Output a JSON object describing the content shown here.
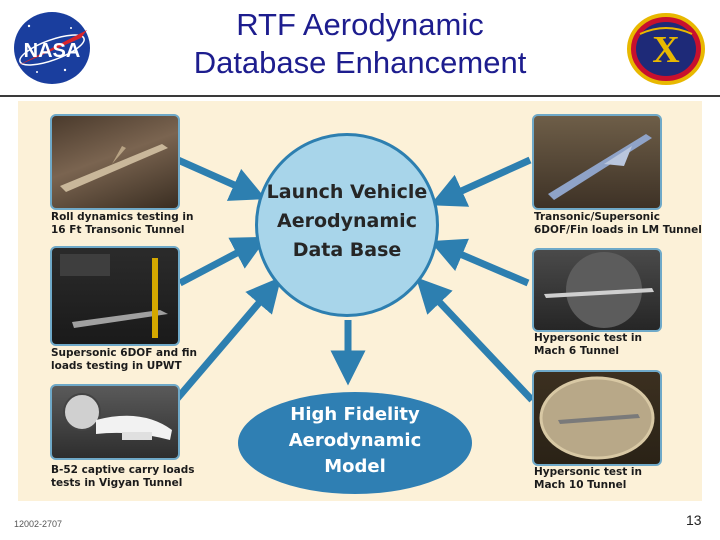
{
  "title": {
    "line1": "RTF Aerodynamic",
    "line2": "Database Enhancement"
  },
  "logos": {
    "left": {
      "name": "nasa-logo",
      "text": "NASA"
    },
    "right": {
      "name": "x-prize-logo",
      "text": "X"
    }
  },
  "center": {
    "top": [
      "Launch Vehicle",
      "Aerodynamic",
      "Data Base"
    ],
    "bottom": [
      "High Fidelity",
      "Aerodynamic",
      "Model"
    ]
  },
  "captions": {
    "left1": [
      "Roll dynamics testing in",
      "16 Ft Transonic Tunnel"
    ],
    "left2": [
      "Supersonic 6DOF and fin",
      "loads testing in UPWT"
    ],
    "left3": [
      "B-52 captive carry loads",
      "tests in Vigyan Tunnel"
    ],
    "right1": [
      "Transonic/Supersonic",
      "6DOF/Fin loads in LM Tunnel"
    ],
    "right2": [
      "Hypersonic test in",
      "Mach 6 Tunnel"
    ],
    "right3": [
      "Hypersonic test in",
      "Mach 10 Tunnel"
    ]
  },
  "footer": {
    "code": "12002-2707",
    "page": "13"
  },
  "colors": {
    "title": "#1d1d8e",
    "panel": "#fcf1d8",
    "arrow": "#2d7fb0",
    "circle_fill": "#a8d5ea",
    "ellipse_fill": "#2f7fb3"
  }
}
